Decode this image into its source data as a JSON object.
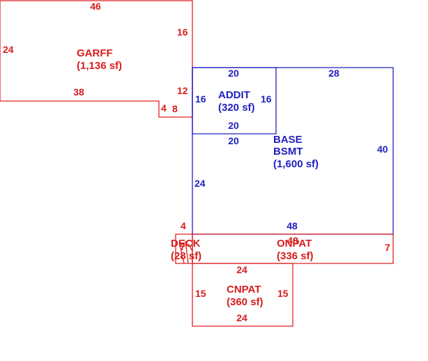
{
  "colors": {
    "red": "#d81c1c",
    "blue": "#1f1fbf"
  },
  "areas": {
    "garff": {
      "name": "GARFF",
      "area": "(1,136 sf)"
    },
    "addit": {
      "name": "ADDIT",
      "area": "(320 sf)"
    },
    "base": {
      "name_line1": "BASE",
      "name_line2": "BSMT",
      "area": "(1,600 sf)"
    },
    "deck": {
      "name": "DECK",
      "area": "(28 sf)"
    },
    "onpat": {
      "name": "ONPAT",
      "area": "(336 sf)"
    },
    "cnpat": {
      "name": "CNPAT",
      "area": "(360 sf)"
    }
  },
  "dimensions": {
    "garff_top": "46",
    "garff_left": "24",
    "garff_right": "16",
    "garff_bottom": "38",
    "garff_step_vertical": "12",
    "garff_step_4": "4",
    "garff_step_8": "8",
    "addit_top": "20",
    "addit_left": "16",
    "addit_right": "16",
    "addit_bottom": "20",
    "base_top": "28",
    "base_right": "40",
    "base_upper_left": "20",
    "base_left": "24",
    "base_bottom": "48",
    "deck_side": "4",
    "deck_seven": "7",
    "onpat_top": "48",
    "onpat_right": "7",
    "cnpat_top": "24",
    "cnpat_left": "15",
    "cnpat_right": "15",
    "cnpat_bottom": "24"
  }
}
